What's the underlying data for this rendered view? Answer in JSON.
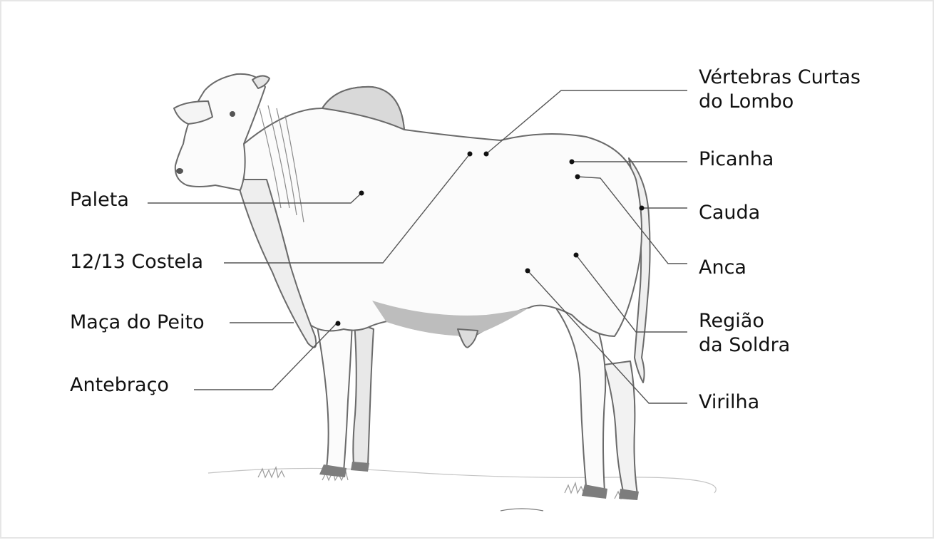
{
  "figure": {
    "line_color": "#555555",
    "dot_color": "#111111",
    "ink_color": "#6a6a6a",
    "labels": {
      "paleta": "Paleta",
      "costela": "12/13 Costela",
      "maca_do_peito": "Maça do Peito",
      "antebraco": "Antebraço",
      "vertebras_line1": "Vértebras Curtas",
      "vertebras_line2": "do Lombo",
      "picanha": "Picanha",
      "cauda": "Cauda",
      "anca": "Anca",
      "regiao_line1": "Região",
      "regiao_line2": "da Soldra",
      "virilha": "Virilha"
    }
  }
}
